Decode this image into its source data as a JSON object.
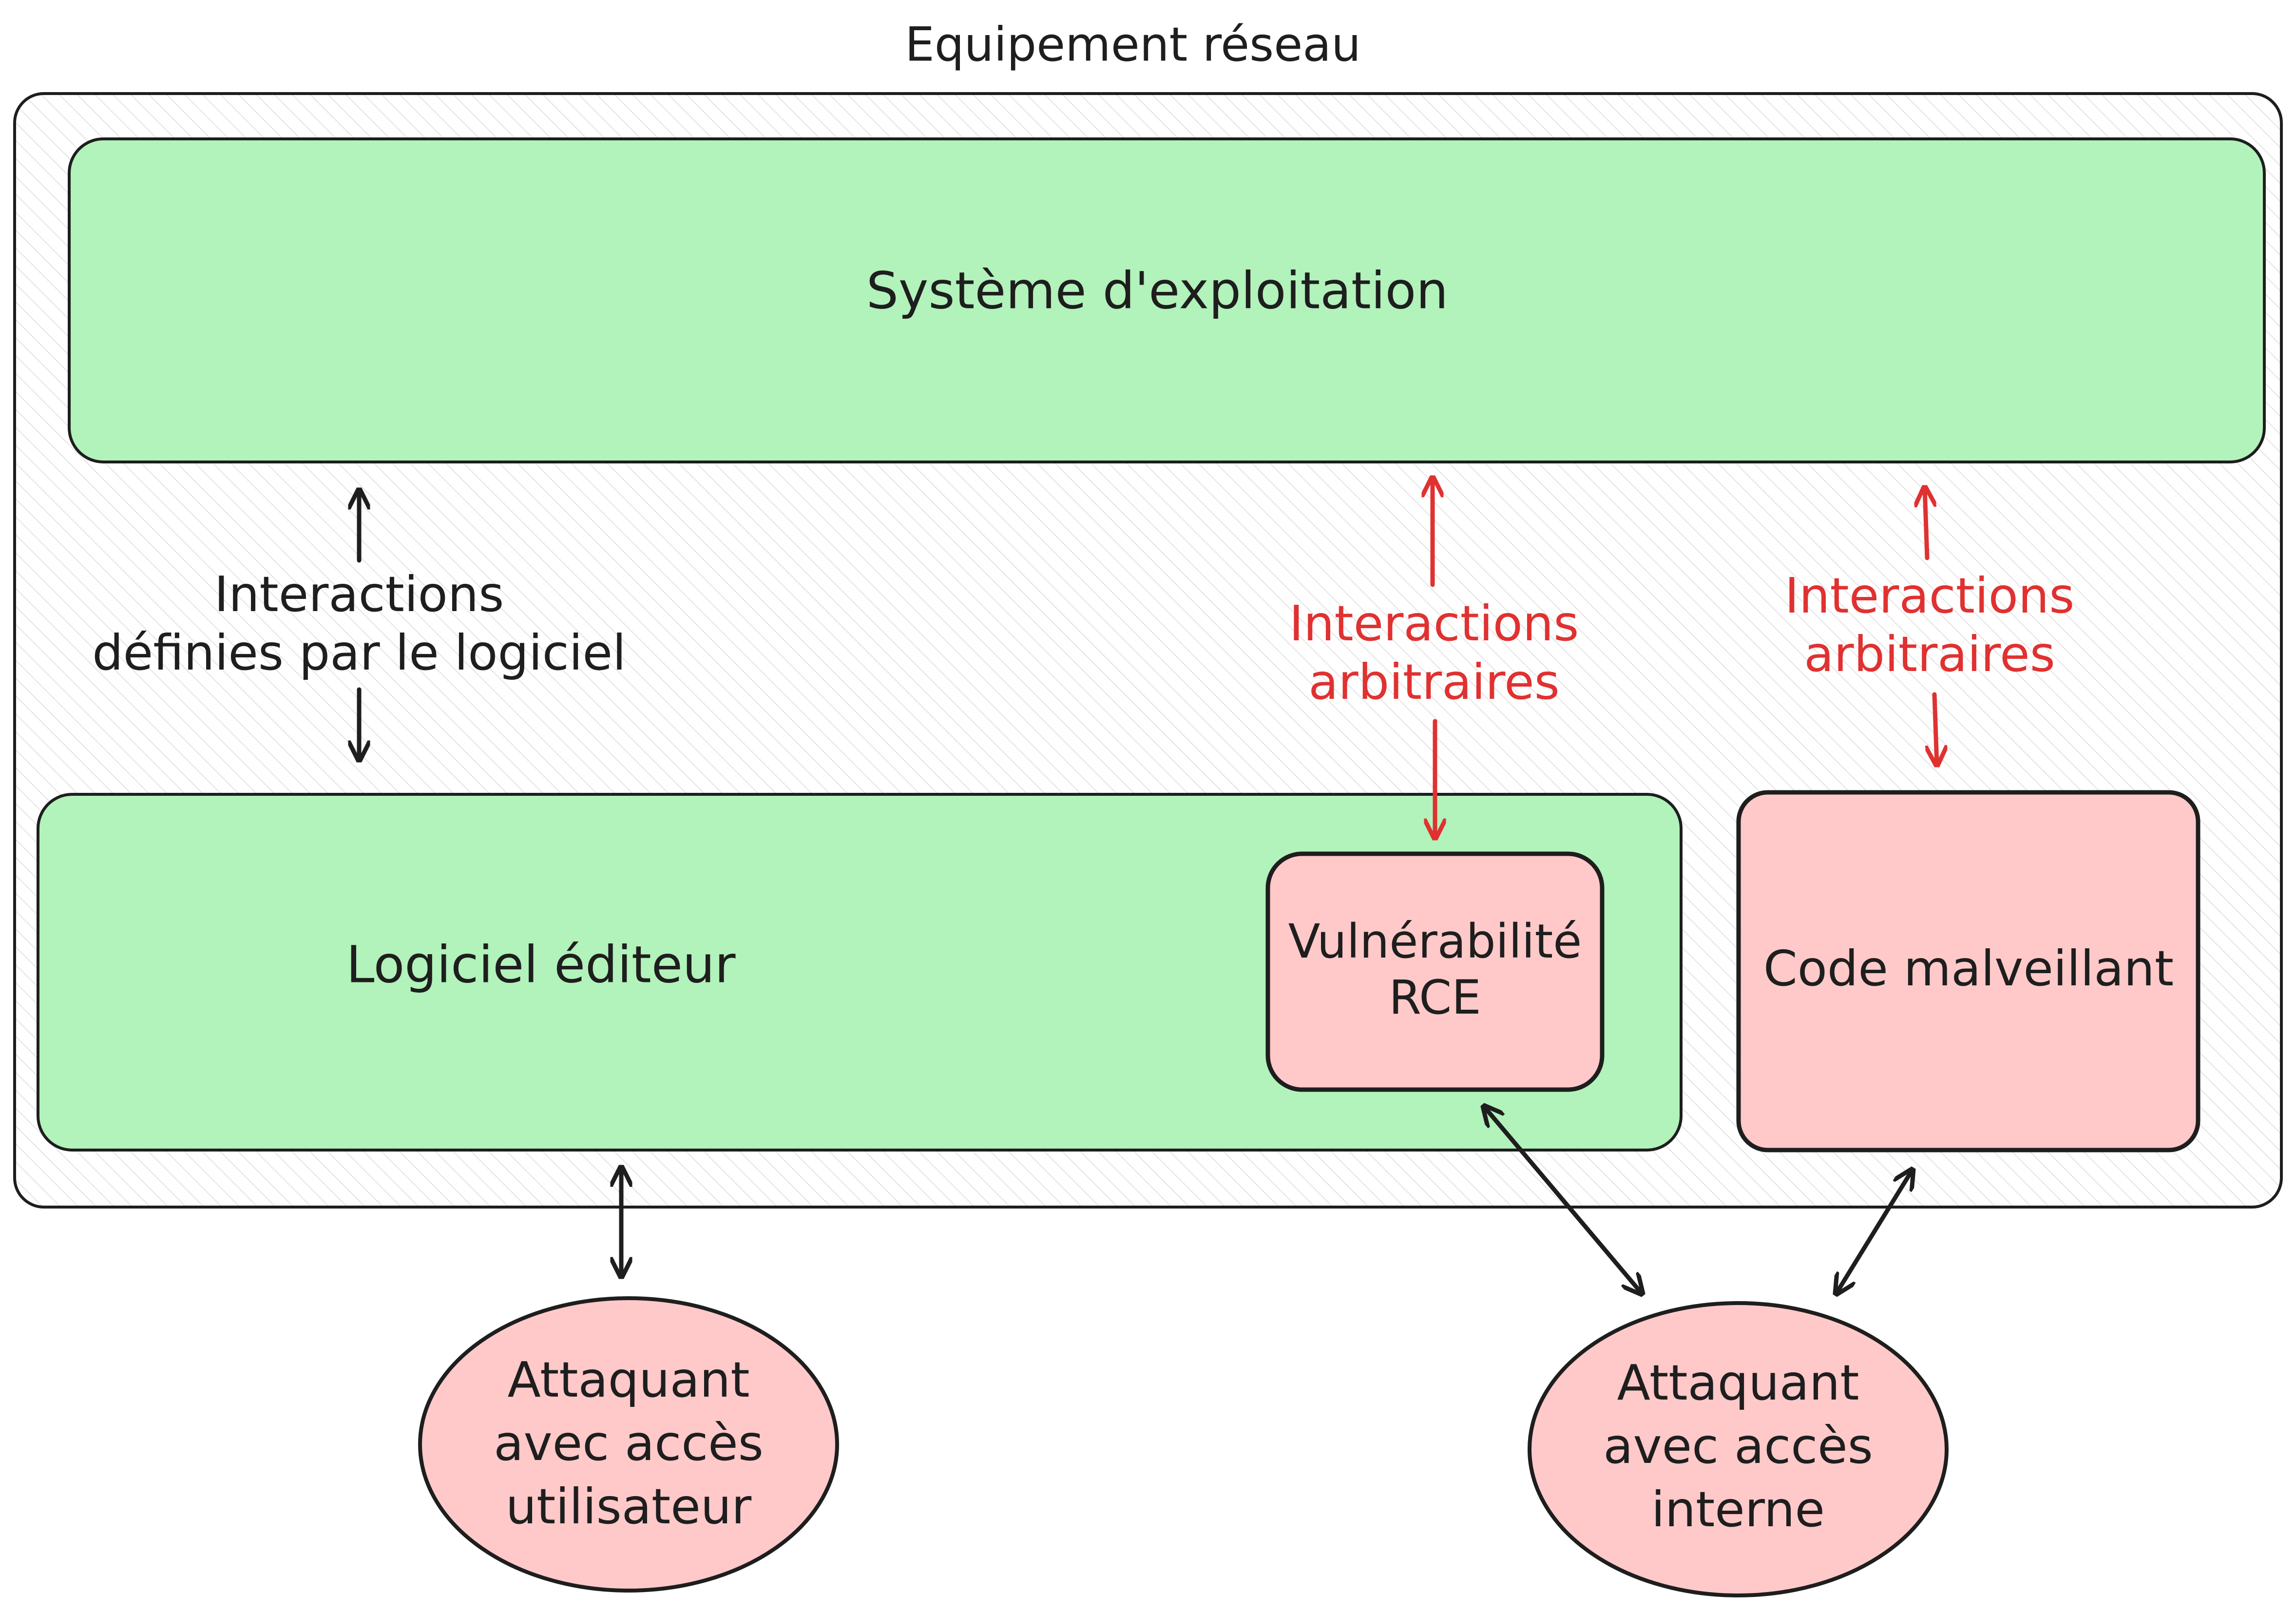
{
  "container": {
    "title": "Equipement réseau"
  },
  "os": {
    "label": "Système d'exploitation"
  },
  "software": {
    "label": "Logiciel éditeur"
  },
  "vuln": {
    "line1": "Vulnérabilité",
    "line2": "RCE"
  },
  "malware": {
    "label": "Code malveillant"
  },
  "defined_interactions": {
    "line1": "Interactions",
    "line2": "définies par le logiciel"
  },
  "arbitrary_1": {
    "line1": "Interactions",
    "line2": "arbitraires"
  },
  "arbitrary_2": {
    "line1": "Interactions",
    "line2": "arbitraires"
  },
  "attacker_user": {
    "line1": "Attaquant",
    "line2": "avec accès",
    "line3": "utilisateur"
  },
  "attacker_internal": {
    "line1": "Attaquant",
    "line2": "avec accès",
    "line3": "interne"
  },
  "colors": {
    "green_fill": "#b2f2bb",
    "red_fill": "#ffc9c9",
    "stroke": "#1e1e1e",
    "red_text": "#e03131"
  }
}
